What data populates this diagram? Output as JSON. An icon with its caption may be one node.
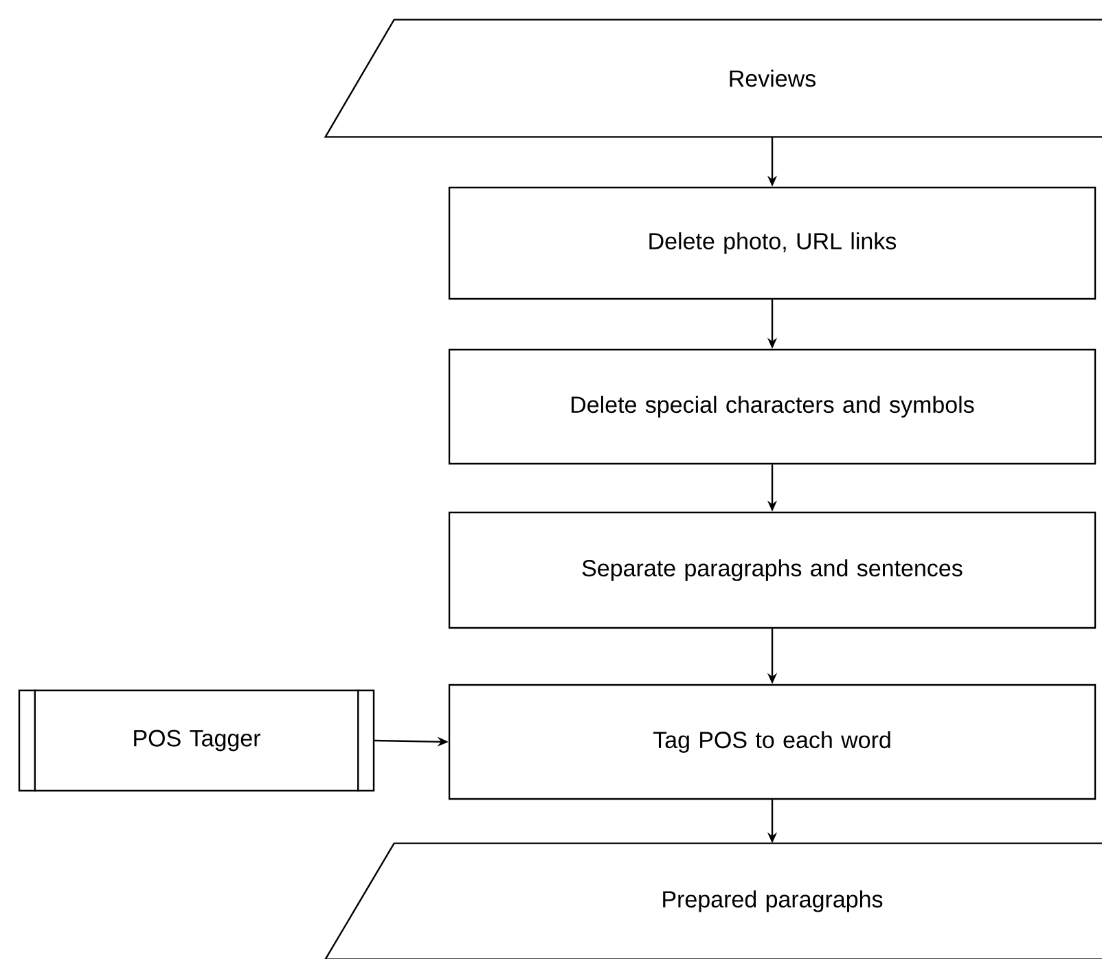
{
  "diagram": {
    "nodes": [
      {
        "text": [
          "Reviews"
        ]
      },
      {
        "text": [
          "Delete photo, URL links"
        ]
      },
      {
        "text": [
          "Delete special characters and symbols"
        ]
      },
      {
        "text": [
          "Separate paragraphs and sentences"
        ]
      },
      {
        "text": [
          "Tag POS to each word"
        ]
      },
      {
        "text": [
          "Prepared paragraphs"
        ]
      },
      {
        "text": [
          "POS Tagger"
        ]
      }
    ],
    "edges": [
      {
        "from": 0,
        "to": 1,
        "arrow": "to"
      },
      {
        "from": 1,
        "to": 2,
        "arrow": "to"
      },
      {
        "from": 2,
        "to": 3,
        "arrow": "to"
      },
      {
        "from": 3,
        "to": 4,
        "arrow": "to"
      },
      {
        "from": 4,
        "to": 5,
        "arrow": "to"
      },
      {
        "from": 6,
        "to": 4,
        "arrow": "to"
      }
    ]
  }
}
